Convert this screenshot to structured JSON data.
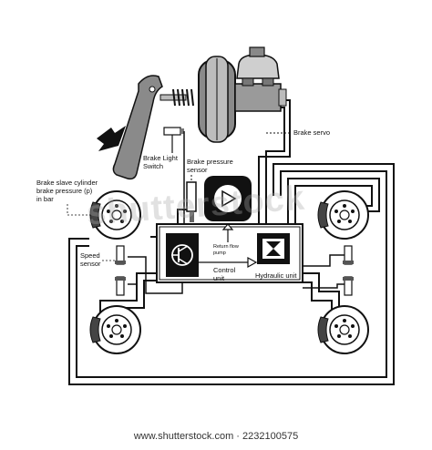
{
  "labels": {
    "brake_servo": "Brake servo",
    "brake_light_switch": "Brake Light\nSwitch",
    "brake_pressure_sensor": "Brake pressure\nsensor",
    "brake_slave_cylinder": "Brake slave cylinder\nbrake pressure (p)\nin bar",
    "speed_sensor": "Speed\nsensor",
    "return_flow_pump": "Return flow\npump",
    "control_unit": "Control\nunit",
    "hydraulic_unit": "Hydraulic unit"
  },
  "watermark": "shutterstock",
  "footer": "www.shutterstock.com · 2232100575",
  "colors": {
    "line": "#111111",
    "dark_gray": "#555555",
    "mid_gray": "#888888",
    "light_gray": "#c8c8c8",
    "background": "#ffffff"
  },
  "icons": [
    "pedal-icon",
    "push-arrow-icon",
    "brake-servo-icon",
    "master-cylinder-icon",
    "pump-icon",
    "transistor-icon",
    "hourglass-valve-icon",
    "brake-disc-icon"
  ]
}
